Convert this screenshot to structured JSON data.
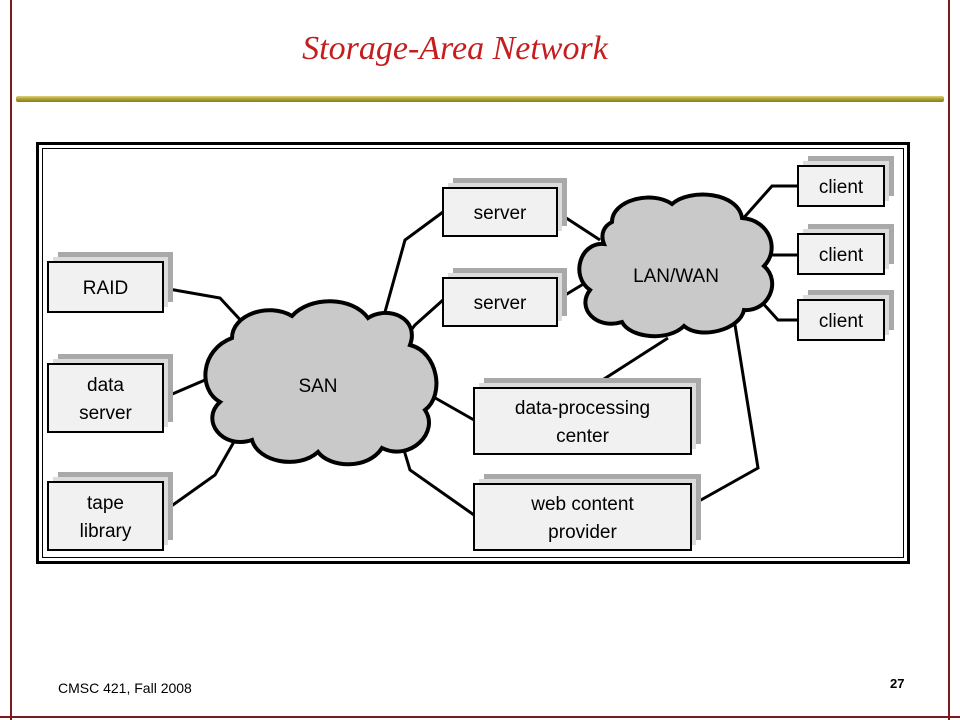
{
  "slide": {
    "title": "Storage-Area Network",
    "footer_course": "CMSC 421, Fall 2008",
    "page_number": "27"
  },
  "diagram": {
    "clouds": {
      "san": "SAN",
      "lanwan": "LAN/WAN"
    },
    "boxes": {
      "raid": [
        "RAID"
      ],
      "data_server": [
        "data",
        "server"
      ],
      "tape_library": [
        "tape",
        "library"
      ],
      "server_top": [
        "server"
      ],
      "server_bottom": [
        "server"
      ],
      "data_processing": [
        "data-processing",
        "center"
      ],
      "web_content": [
        "web content",
        "provider"
      ],
      "client_1": [
        "client"
      ],
      "client_2": [
        "client"
      ],
      "client_3": [
        "client"
      ]
    }
  }
}
